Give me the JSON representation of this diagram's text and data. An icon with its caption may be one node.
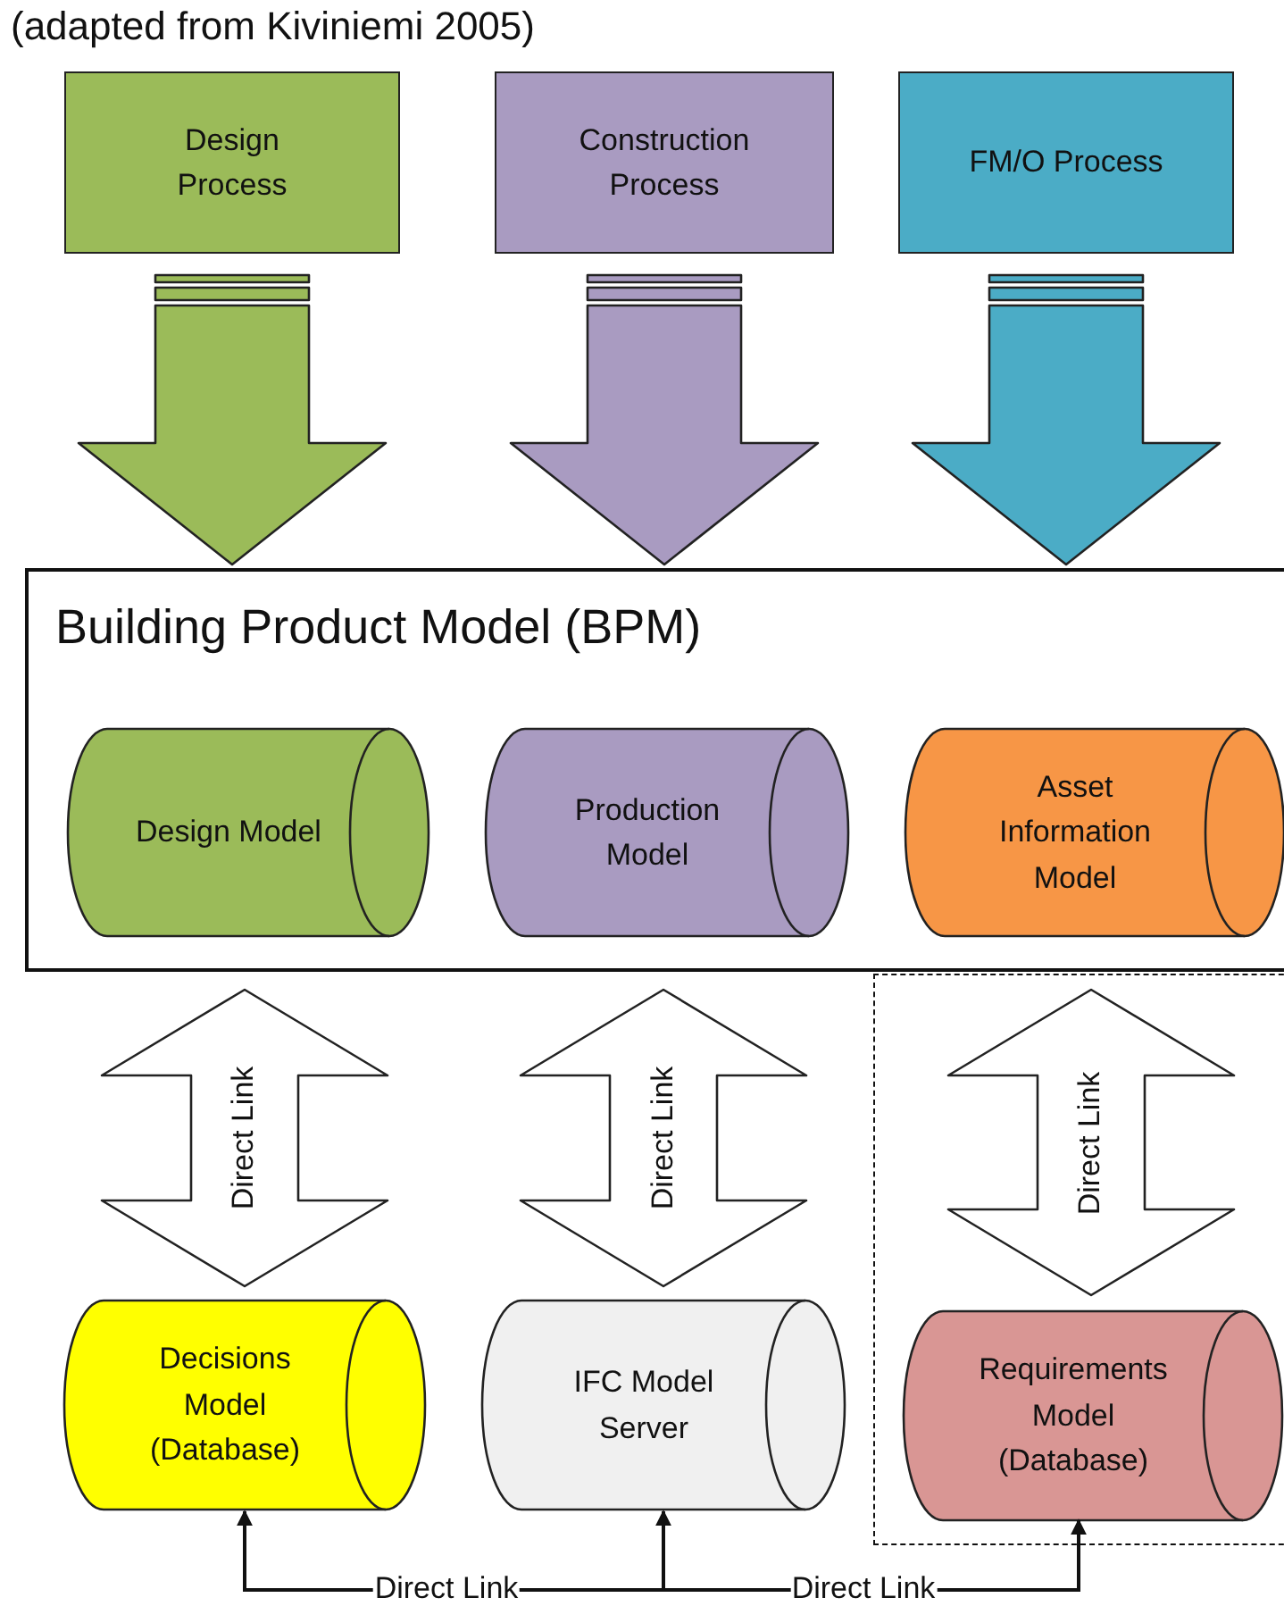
{
  "diagram": {
    "title": "(adapted from Kiviniemi 2005)",
    "nodes": [
      {
        "text": [
          "Design Process"
        ]
      },
      {
        "text": [
          "Construction Process"
        ]
      },
      {
        "text": [
          "FM/O Process"
        ]
      },
      {
        "text": [
          "Building Product Model (BPM)"
        ]
      },
      {
        "text": [
          "Design Model"
        ],
        "in": 3
      },
      {
        "text": [
          "Production Model"
        ],
        "in": 3
      },
      {
        "text": [
          "Asset Information Model"
        ],
        "in": 3
      },
      {
        "text": [],
        "shape": "box"
      },
      {
        "text": [
          "Decisions Model (Database)"
        ]
      },
      {
        "text": [
          "IFC Model Server"
        ]
      },
      {
        "text": [
          "Requirements Model (Database)"
        ],
        "in": 7
      }
    ],
    "edges": [
      {
        "from": 0,
        "to": 3,
        "arrow": "to",
        "style": "thick",
        "color": "#9bbb59"
      },
      {
        "from": 1,
        "to": 3,
        "arrow": "to",
        "style": "thick",
        "color": "#a99bc1"
      },
      {
        "from": 2,
        "to": 3,
        "arrow": "to",
        "style": "thick",
        "color": "#4bacc6"
      },
      {
        "from": 4,
        "to": 8,
        "arrow": "both",
        "style": "thick",
        "label": "Direct Link"
      },
      {
        "from": 5,
        "to": 9,
        "arrow": "both",
        "style": "thick",
        "label": "Direct Link"
      },
      {
        "from": 6,
        "to": 10,
        "arrow": "both",
        "style": "thick",
        "label": "Direct Link"
      },
      {
        "from": null,
        "to": 8,
        "arrow": "to",
        "label": "Direct Link"
      },
      {
        "from": null,
        "to": 9,
        "arrow": "to"
      },
      {
        "from": null,
        "to": 10,
        "arrow": "to",
        "label": "Direct Link"
      }
    ]
  }
}
